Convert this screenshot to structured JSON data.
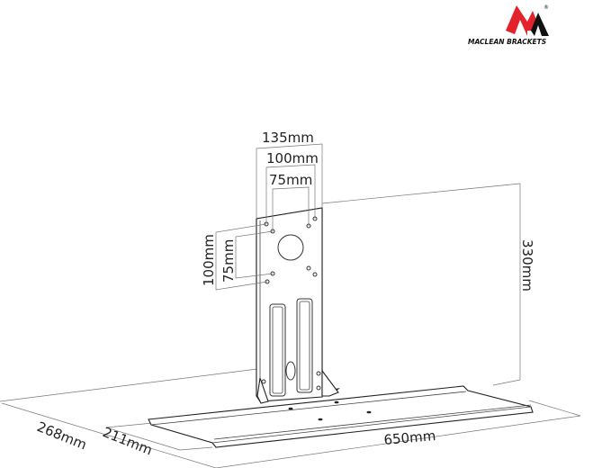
{
  "brand": {
    "name": "MACLEAN BRACKETS",
    "mark": "®",
    "colors": {
      "red": "#e3222b",
      "black": "#111111"
    }
  },
  "dimensions": {
    "plate_width_outer": "135mm",
    "vesa_h_large": "100mm",
    "vesa_h_small": "75mm",
    "vesa_v_large": "100mm",
    "vesa_v_small": "75mm",
    "height": "330mm",
    "depth_total": "268mm",
    "depth_shelf": "211mm",
    "width": "650mm"
  }
}
